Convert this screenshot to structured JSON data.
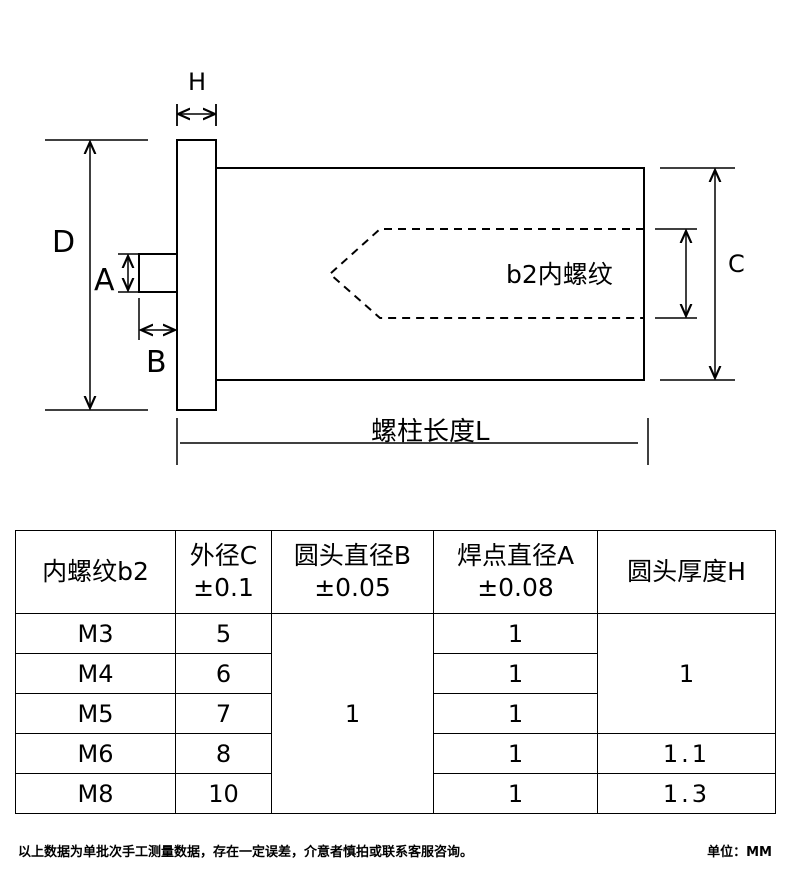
{
  "drawing": {
    "labels": {
      "H": "H",
      "D": "D",
      "A": "A",
      "B": "B",
      "C": "C",
      "thread": "b2内螺纹",
      "length": "螺柱长度L"
    }
  },
  "table": {
    "headers": {
      "col1": "内螺纹b2",
      "col2_line1": "外径C",
      "col2_line2": "±0.1",
      "col3_line1": "圆头直径B",
      "col3_line2": "±0.05",
      "col4_line1": "焊点直径A",
      "col4_line2": "±0.08",
      "col5": "圆头厚度H"
    },
    "rows": [
      {
        "thread": "M3",
        "outer_c": "5",
        "weld_a": "1"
      },
      {
        "thread": "M4",
        "outer_c": "6",
        "weld_a": "1"
      },
      {
        "thread": "M5",
        "outer_c": "7",
        "weld_a": "1"
      },
      {
        "thread": "M6",
        "outer_c": "8",
        "weld_a": "1"
      },
      {
        "thread": "M8",
        "outer_c": "10",
        "weld_a": "1"
      }
    ],
    "merged": {
      "head_dia_b": "1",
      "head_thick_h_m3_m5": "1",
      "head_thick_h_m6": "1.1",
      "head_thick_h_m8": "1.3"
    }
  },
  "footer": {
    "note": "以上数据为单批次手工测量数据，存在一定误差，介意者慎拍或联系客服咨询。",
    "unit": "单位：MM"
  }
}
